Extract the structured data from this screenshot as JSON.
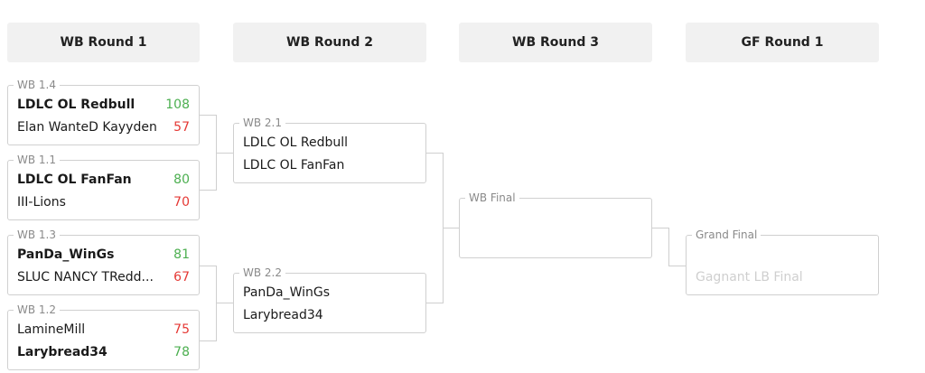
{
  "rounds": [
    "WB Round 1",
    "WB Round 2",
    "WB Round 3",
    "GF Round 1"
  ],
  "colors": {
    "win": "#4caf50",
    "lose": "#e53935",
    "border": "#d0d0d0",
    "header_bg": "#f1f1f1"
  },
  "matches": {
    "wb14": {
      "label": "WB 1.4",
      "teams": [
        {
          "name": "LDLC OL Redbull",
          "score": "108",
          "result": "win"
        },
        {
          "name": "Elan WanteD Kayyden",
          "score": "57",
          "result": "lose"
        }
      ]
    },
    "wb11": {
      "label": "WB 1.1",
      "teams": [
        {
          "name": "LDLC OL FanFan",
          "score": "80",
          "result": "win"
        },
        {
          "name": "III-Lions",
          "score": "70",
          "result": "lose"
        }
      ]
    },
    "wb13": {
      "label": "WB 1.3",
      "teams": [
        {
          "name": "PanDa_WinGs",
          "score": "81",
          "result": "win"
        },
        {
          "name": "SLUC NANCY TRedd...",
          "score": "67",
          "result": "lose"
        }
      ]
    },
    "wb12": {
      "label": "WB 1.2",
      "teams": [
        {
          "name": "LamineMill",
          "score": "75",
          "result": "lose"
        },
        {
          "name": "Larybread34",
          "score": "78",
          "result": "win"
        }
      ]
    },
    "wb21": {
      "label": "WB 2.1",
      "teams": [
        {
          "name": "LDLC OL Redbull"
        },
        {
          "name": "LDLC OL FanFan"
        }
      ]
    },
    "wb22": {
      "label": "WB 2.2",
      "teams": [
        {
          "name": "PanDa_WinGs"
        },
        {
          "name": "Larybread34"
        }
      ]
    },
    "wbfinal": {
      "label": "WB Final",
      "teams": [
        {
          "name": ""
        },
        {
          "name": ""
        }
      ]
    },
    "grandfinal": {
      "label": "Grand Final",
      "teams": [
        {
          "name": ""
        },
        {
          "name": "Gagnant LB Final"
        }
      ]
    }
  }
}
